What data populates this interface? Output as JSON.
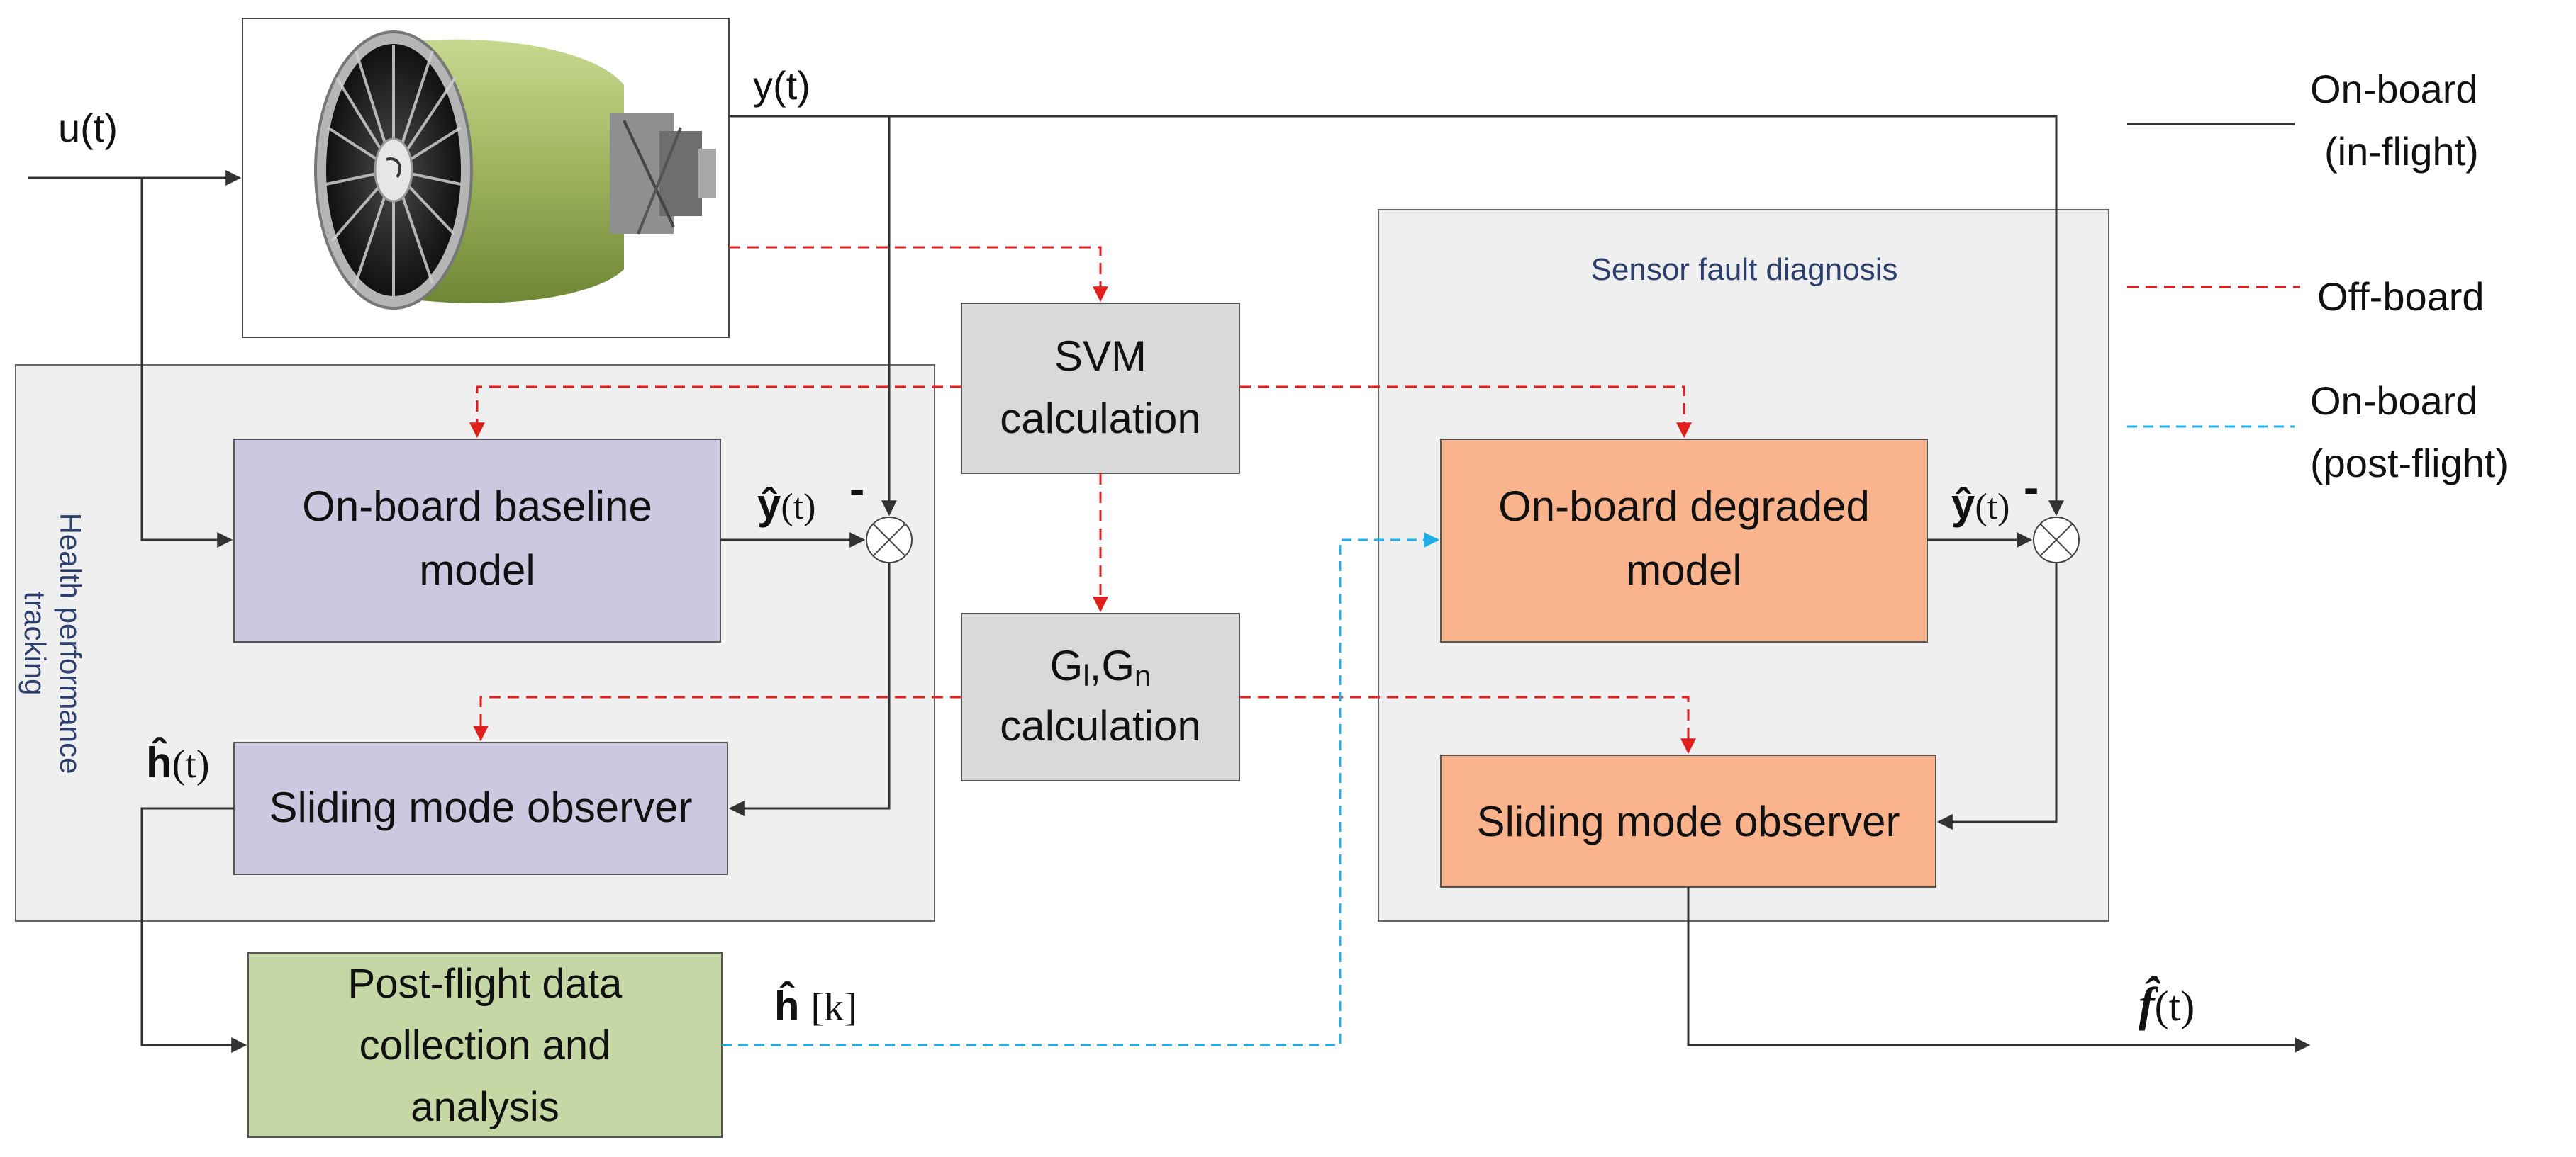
{
  "colors": {
    "onboard_line": "#333333",
    "offboard_line": "#e0201e",
    "postflight_line": "#1fb0e8",
    "group_fill": "#efefef",
    "baseline_fill": "#cdc7df",
    "degraded_fill": "#f9b48e",
    "calc_fill": "#d9d9d9",
    "postflight_fill": "#c4d7a5",
    "group_title": "#2c3e6b"
  },
  "signals": {
    "u": "u(t)",
    "y": "y(t)",
    "y_hat_sym": "ŷ",
    "y_hat_arg": "(t)",
    "h_hat_sym": "ĥ",
    "h_hat_arg": "(t)",
    "h_hat_k_sym": "ĥ",
    "h_hat_k_arg": "[k]",
    "f_hat_sym": "f̂",
    "f_hat_arg": "(t)",
    "minus": "-"
  },
  "groups": {
    "health_tracking": {
      "title_line1": "Health performance",
      "title_line2": "tracking"
    },
    "sensor_fault": {
      "title": "Sensor fault diagnosis"
    }
  },
  "blocks": {
    "engine": {
      "icon": "turbofan-engine-icon"
    },
    "baseline_model": {
      "line1": "On-board baseline",
      "line2": "model"
    },
    "observer_left": {
      "line1": "Sliding mode observer"
    },
    "svm": {
      "line1": "SVM",
      "line2": "calculation"
    },
    "gain": {
      "line1_g1": "G",
      "line1_sub1": "l",
      "line1_sep": ",",
      "line1_g2": "G",
      "line1_sub2": "n",
      "line2": "calculation"
    },
    "degraded_model": {
      "line1": "On-board degraded",
      "line2": "model"
    },
    "observer_right": {
      "line1": "Sliding mode observer"
    },
    "postflight": {
      "line1": "Post-flight data",
      "line2": "collection and",
      "line3": "analysis"
    }
  },
  "legend": {
    "onboard_inflight": {
      "line1": "On-board",
      "line2": "(in-flight)"
    },
    "offboard": {
      "line1": "Off-board"
    },
    "onboard_postflight": {
      "line1": "On-board",
      "line2": "(post-flight)"
    }
  }
}
